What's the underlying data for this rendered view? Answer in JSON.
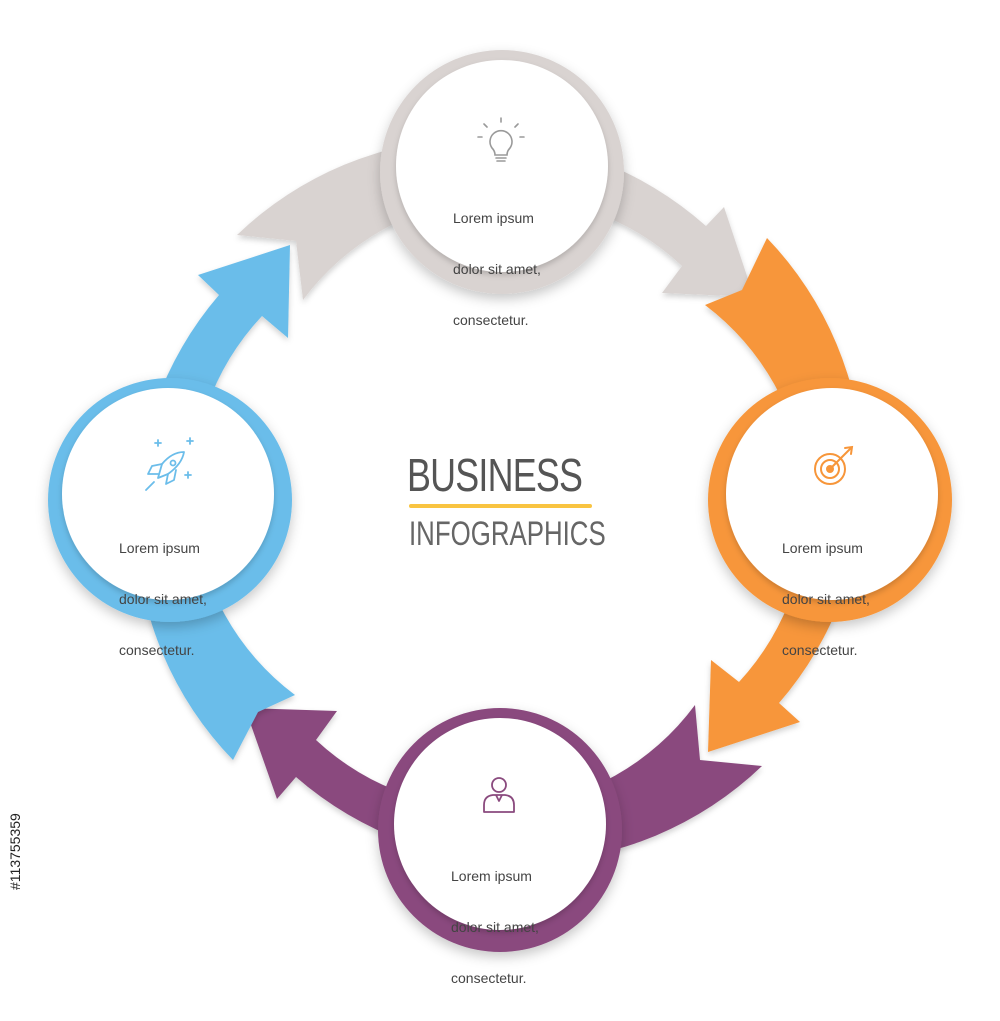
{
  "title": {
    "main": "BUSINESS",
    "sub": "INFOGRAPHICS"
  },
  "colors": {
    "top": "#d9d3d1",
    "right": "#f7963a",
    "bottom": "#8a4a7e",
    "left": "#6bbdea",
    "accent_rule": "#f9c441",
    "text": "#444444"
  },
  "steps": [
    {
      "position": "top",
      "icon": "lightbulb-icon",
      "lines": [
        "Lorem ipsum",
        "dolor sit amet,",
        "consectetur."
      ]
    },
    {
      "position": "right",
      "icon": "target-icon",
      "lines": [
        "Lorem ipsum",
        "dolor sit amet,",
        "consectetur."
      ]
    },
    {
      "position": "bottom",
      "icon": "person-icon",
      "lines": [
        "Lorem ipsum",
        "dolor sit amet,",
        "consectetur."
      ]
    },
    {
      "position": "left",
      "icon": "rocket-icon",
      "lines": [
        "Lorem ipsum",
        "dolor sit amet,",
        "consectetur."
      ]
    }
  ],
  "credit": "#113755359"
}
